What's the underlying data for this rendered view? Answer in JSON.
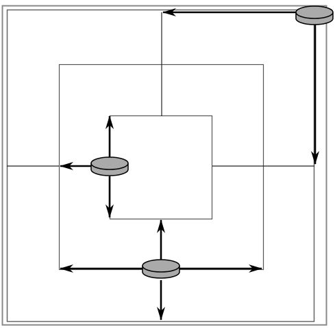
{
  "diagram": {
    "colors": {
      "background": "#ffffff",
      "frame_outer": "#888888",
      "frame_inner": "#666666",
      "box": "#555555",
      "thin_line": "#222222",
      "arrow": "#000000",
      "disk_fill": "#aaaaaa",
      "disk_stroke": "#000000"
    },
    "nodes": [
      {
        "id": "disk-top-right",
        "icon": "router-disk-icon"
      },
      {
        "id": "disk-center-left",
        "icon": "router-disk-icon"
      },
      {
        "id": "disk-bottom-center",
        "icon": "router-disk-icon"
      }
    ]
  }
}
